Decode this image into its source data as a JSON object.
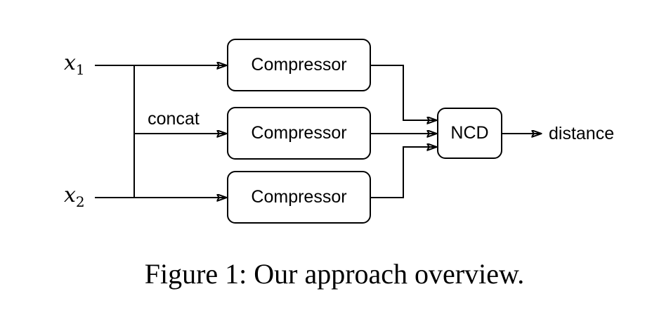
{
  "figure": {
    "caption": "Figure 1: Our approach overview."
  },
  "diagram": {
    "inputs": {
      "x1": {
        "var": "x",
        "sub": "1"
      },
      "x2": {
        "var": "x",
        "sub": "2"
      }
    },
    "edge_labels": {
      "concat": "concat"
    },
    "nodes": {
      "compressor_top": {
        "label": "Compressor"
      },
      "compressor_middle": {
        "label": "Compressor"
      },
      "compressor_bottom": {
        "label": "Compressor"
      },
      "ncd": {
        "label": "NCD"
      }
    },
    "output": {
      "label": "distance"
    },
    "colors": {
      "stroke": "#000000",
      "node_fill": "#ffffff",
      "background": "#ffffff",
      "text": "#000000"
    }
  }
}
